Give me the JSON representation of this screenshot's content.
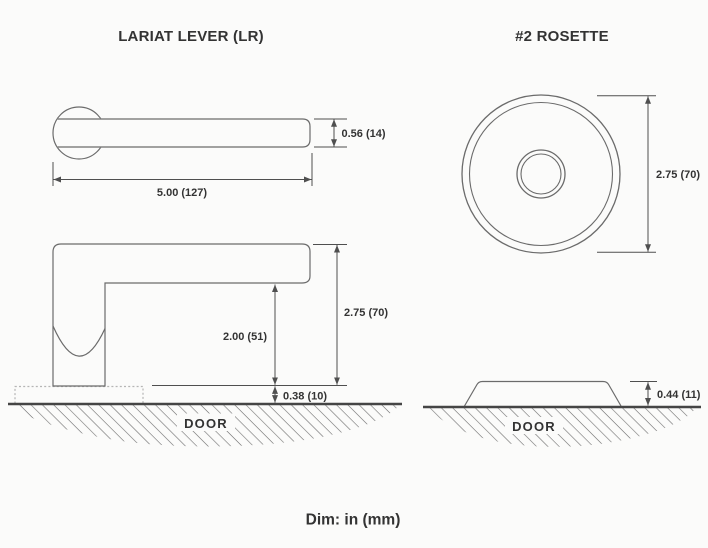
{
  "titles": {
    "lever": "LARIAT LEVER (LR)",
    "rosette": "#2 ROSETTE"
  },
  "footer": "Dim: in (mm)",
  "lever_dims": {
    "bar_thickness": "0.56 (14)",
    "bar_length": "5.00 (127)",
    "overall_height": "2.75 (70)",
    "clearance_height": "2.00 (51)",
    "rose_base_height": "0.38 (10)"
  },
  "rosette_dims": {
    "diameter": "2.75 (70)",
    "profile_height": "0.44 (11)"
  },
  "door_labels": {
    "left": "DOOR",
    "right": "DOOR"
  },
  "colors": {
    "background": "#fbfbfa",
    "outline": "#6b6b6b",
    "dim_line": "#4f4f4f",
    "door_line": "#454545",
    "hatch": "#6e6e6e",
    "hidden_line": "#b5b5b5",
    "text": "#333333"
  }
}
